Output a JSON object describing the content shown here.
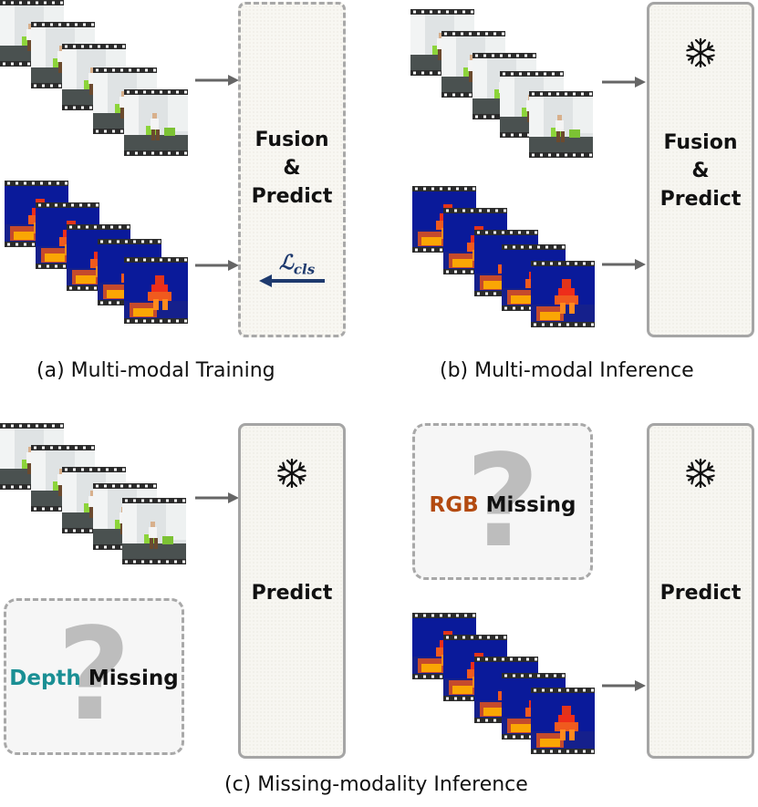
{
  "panels": {
    "a": {
      "caption": "(a) Multi-modal Training",
      "box_line1": "Fusion",
      "box_line2": "&",
      "box_line3": "Predict",
      "loss_symbol": "ℒ",
      "loss_subscript": "cls"
    },
    "b": {
      "caption": "(b) Multi-modal Inference",
      "box_line1": "Fusion",
      "box_line2": "&",
      "box_line3": "Predict"
    },
    "c": {
      "caption": "(c) Missing-modality Inference",
      "left_box": "Predict",
      "right_box": "Predict",
      "depth_missing_colored": "Depth",
      "depth_missing_rest": " Missing",
      "rgb_missing_colored": "RGB",
      "rgb_missing_rest": " Missing",
      "question_mark": "?"
    }
  },
  "colors": {
    "depth": "#1a8f94",
    "rgb": "#b34a10",
    "arrow": "#666666",
    "loss_arrow": "#1e3a6e",
    "box_border": "#a5a5a5"
  },
  "icons": [
    "snowflake-icon",
    "question-mark-icon",
    "rgb-video-frames",
    "depth-video-frames"
  ]
}
